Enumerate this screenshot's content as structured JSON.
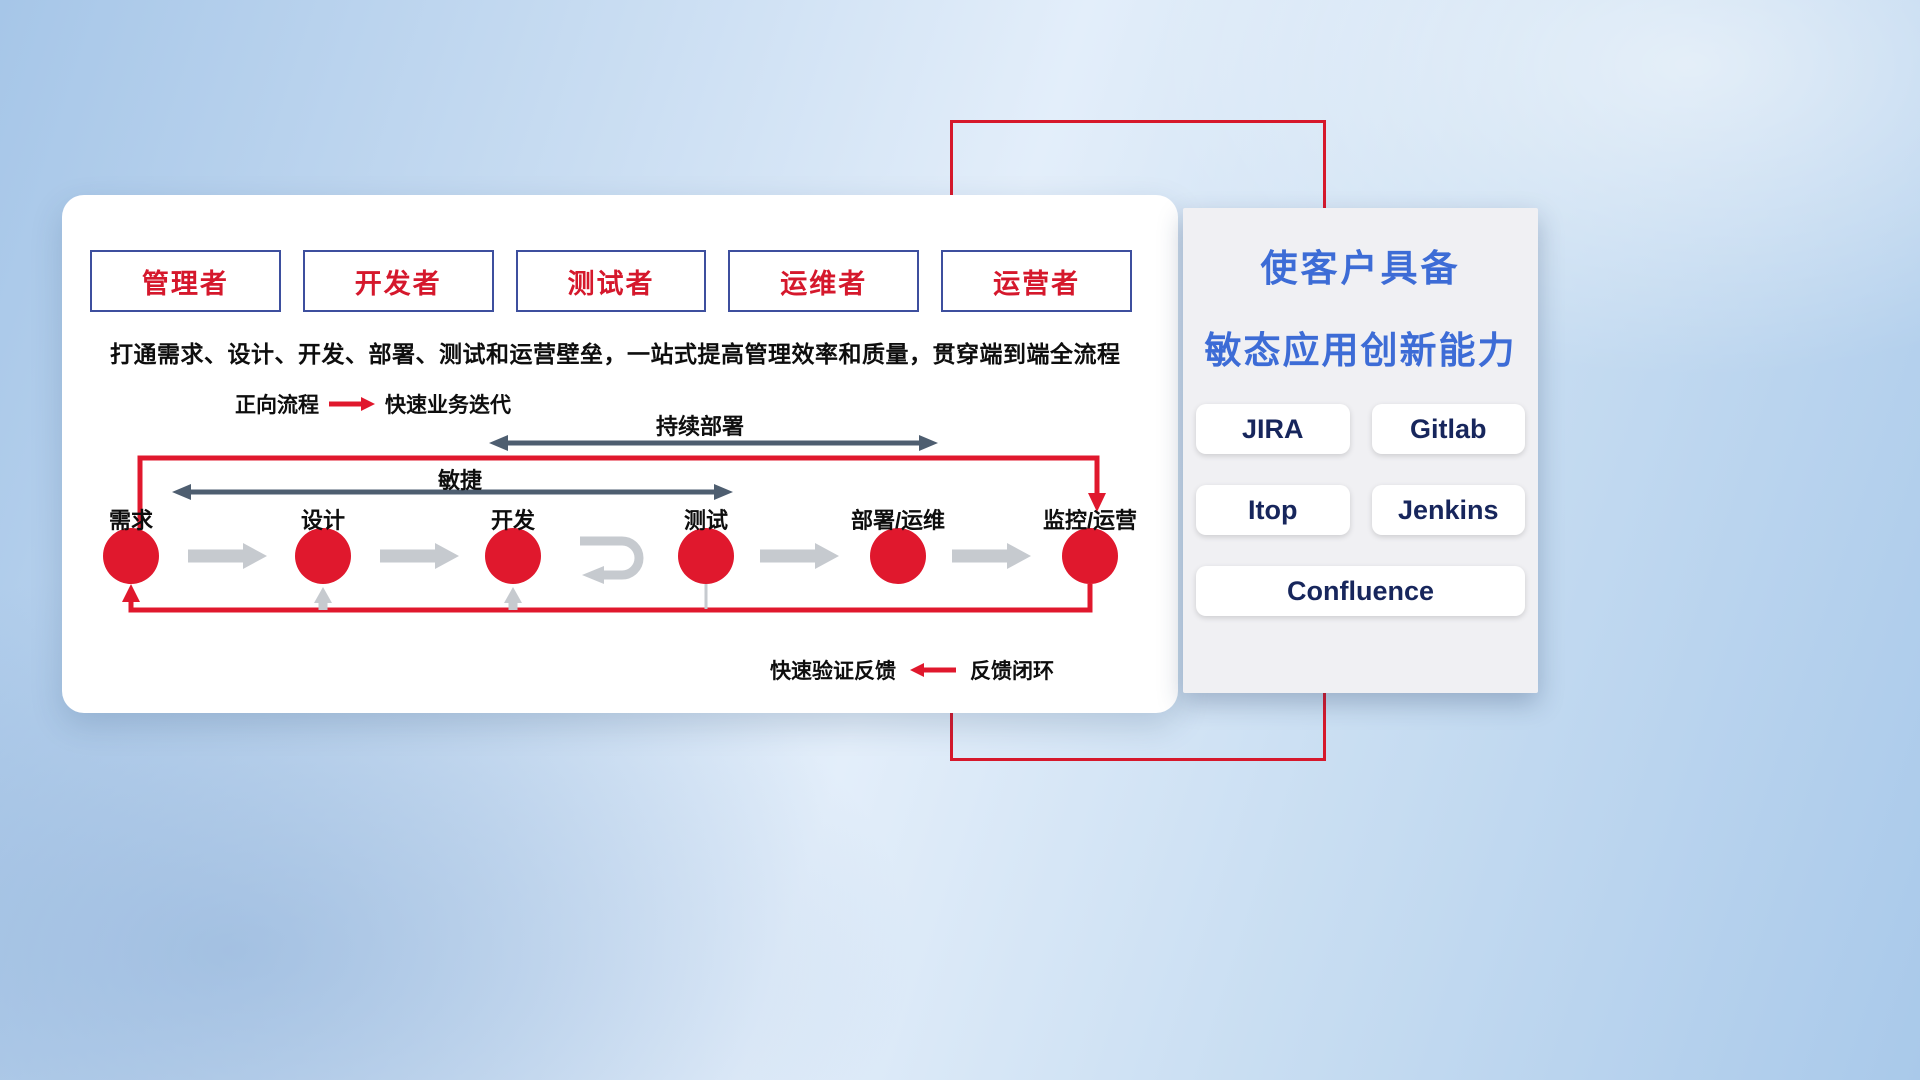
{
  "roles": [
    "管理者",
    "开发者",
    "测试者",
    "运维者",
    "运营者"
  ],
  "description": "打通需求、设计、开发、部署、测试和运营壁垒，一站式提高管理效率和质量，贯穿端到端全流程",
  "legend": {
    "forward_label": "正向流程",
    "forward_value": "快速业务迭代",
    "feedback_value": "快速验证反馈",
    "feedback_label": "反馈闭环"
  },
  "flow": {
    "span_agile": "敏捷",
    "span_deploy": "持续部署",
    "nodes": [
      "需求",
      "设计",
      "开发",
      "测试",
      "部署/运维",
      "监控/运营"
    ]
  },
  "panel": {
    "title_line1": "使客户具备",
    "title_line2": "敏态应用创新能力",
    "tools": [
      "JIRA",
      "Gitlab",
      "Itop",
      "Jenkins",
      "Confluence"
    ]
  },
  "colors": {
    "accent_red": "#e0182d",
    "title_blue": "#3d6cd6",
    "navy_text": "#17265c",
    "dark_arrow": "#4e5e70",
    "gray_arrow": "#c6cacf"
  }
}
